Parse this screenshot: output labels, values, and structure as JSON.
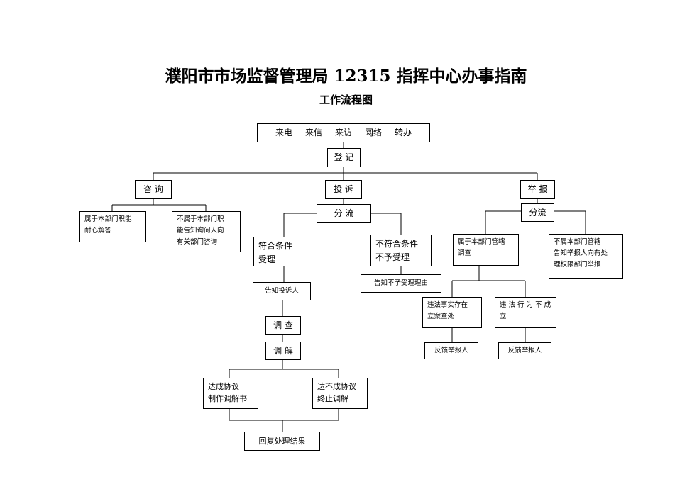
{
  "title": "濮阳市市场监督管理局 12315 指挥中心办事指南",
  "subtitle": "工作流程图",
  "sources": [
    "来电",
    "来信",
    "来访",
    "网络",
    "转办"
  ],
  "nodes": {
    "register": "登 记",
    "consult": "咨 询",
    "complaint": "投 诉",
    "report": "举 报",
    "consult_in_scope": "属于本部门职能\n耐心解答",
    "consult_out_scope": "不属于本部门职\n能告知询问人向\n有关部门咨询",
    "complaint_divert": "分 流",
    "complaint_accept": "符合条件\n受理",
    "complaint_reject": "不符合条件\n不予受理",
    "notify_complainant": "告知投诉人",
    "notify_reject_reason": "告知不予受理理由",
    "investigate": "调 查",
    "mediate": "调 解",
    "agreement_reached": "达成协议\n制作调解书",
    "agreement_failed": "达不成协议\n终止调解",
    "reply_result": "回复处理结果",
    "report_divert": "分流",
    "report_in_scope": "属于本部门管辖\n调查",
    "report_out_scope": "不属本部门管辖\n告知举报人向有处\n理权限部门举报",
    "violation_fact": "违法事实存在\n立案查处",
    "violation_not": "违 法 行 为 不 成\n立",
    "feedback_1": "反馈举报人",
    "feedback_2": "反馈举报人"
  }
}
